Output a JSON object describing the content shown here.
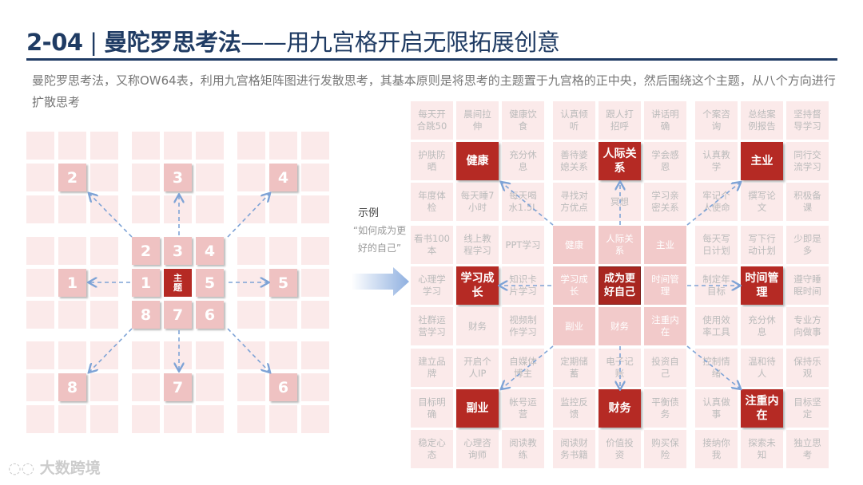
{
  "header": {
    "number": "2-04",
    "title": "曼陀罗思考法",
    "subtitle": "——用九宫格开启无限拓展创意"
  },
  "description": "曼陀罗思考法，又称OW64表，利用九宫格矩阵图进行发散思考，其基本原则是将思考的主题置于九宫格的正中央，然后围绕这个主题，从八个方向进行扩散思考",
  "left_diagram": {
    "center": "主题",
    "labels": [
      "1",
      "2",
      "3",
      "4",
      "5",
      "6",
      "7",
      "8"
    ]
  },
  "example": {
    "label": "示例",
    "question": "“如何成为更好的自己”"
  },
  "right_grid": {
    "blocks": [
      [
        "每天开合跳50",
        "晨间拉伸",
        "健康饮食",
        "护肤防晒",
        "健康",
        "充分休息",
        "年度体检",
        "每天睡7小时",
        "每天喝水1.5L"
      ],
      [
        "认真倾听",
        "跟人打招呼",
        "讲话明确",
        "善待婆媳关系",
        "人际关系",
        "学会感恩",
        "寻找对方优点",
        "冥想",
        "学习亲密关系"
      ],
      [
        "个案咨询",
        "总结案例报告",
        "坚持督导学习",
        "认真教学",
        "主业",
        "同行交流学习",
        "牢记个人使命",
        "撰写论文",
        "积极备课"
      ],
      [
        "看书100本",
        "线上教程学习",
        "PPT学习",
        "心理学学习",
        "学习成长",
        "知识卡片学习",
        "社群运营学习",
        "财务",
        "视频制作学习"
      ],
      [
        "健康",
        "人际关系",
        "主业",
        "学习成长",
        "成为更好自己",
        "时间管理",
        "副业",
        "财务",
        "注重内在"
      ],
      [
        "每天写日计划",
        "写下行动计划",
        "少即是多",
        "制定年目标",
        "时间管理",
        "遵守睡眠时间",
        "使用效率工具",
        "充分休息",
        "专业方向做事"
      ],
      [
        "建立品牌",
        "开启个人IP",
        "自媒体博主",
        "目标明确",
        "副业",
        "帐号运营",
        "稳定心态",
        "心理咨询师",
        "阅读教练"
      ],
      [
        "定期储蓄",
        "电子记账",
        "投资自己",
        "监控反馈",
        "财务",
        "平衡债务",
        "阅读财务书籍",
        "价值投资",
        "购买保险"
      ],
      [
        "控制情绪",
        "温和待人",
        "保持乐观",
        "认真做事",
        "注重内在",
        "目标坚定",
        "接纳你我",
        "探索未知",
        "独立思考"
      ]
    ]
  },
  "logo": "大数跨境",
  "colors": {
    "title": "#1f3b63",
    "accent": "#b52a24",
    "light": "#f2caca",
    "arrow": "#7ea3d6"
  }
}
